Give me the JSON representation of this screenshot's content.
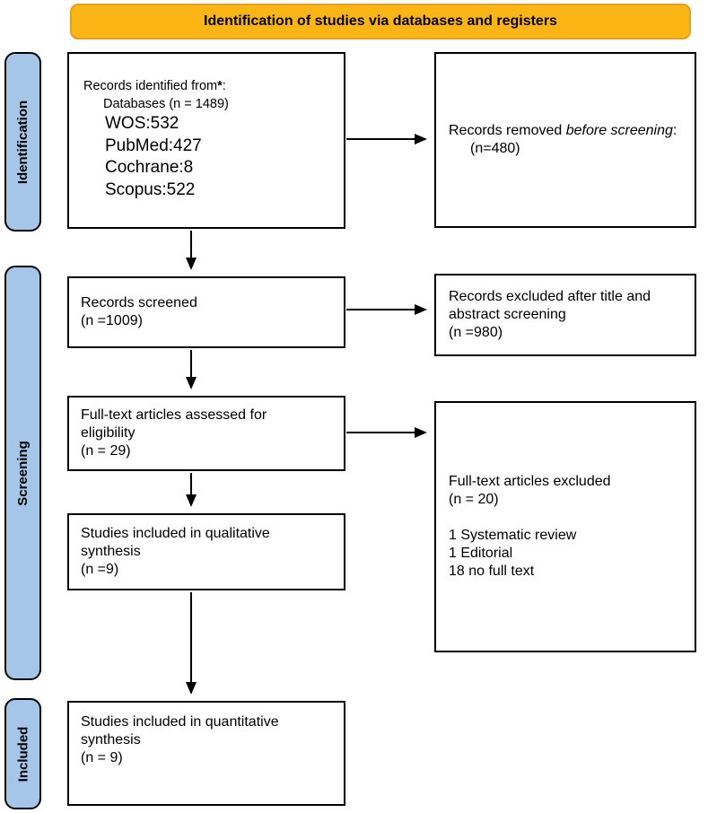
{
  "banner": {
    "title": "Identification of studies via databases and registers"
  },
  "sidebar": [
    {
      "label": "Identification"
    },
    {
      "label": "Screening"
    },
    {
      "label": "Included"
    }
  ],
  "boxes": {
    "records_identified": {
      "line1_prefix": "Records identified from",
      "line1_star": "*",
      "line1_suffix": ":",
      "databases_line": "Databases (n = 1489)",
      "sources": [
        "WOS:532",
        "PubMed:427",
        "Cochrane:8",
        "Scopus:522"
      ]
    },
    "records_removed": {
      "prefix": "Records removed ",
      "italic": "before screening",
      "suffix": ":",
      "count": "(n=480)"
    },
    "records_screened": {
      "line1": "Records screened",
      "count": "(n =1009)"
    },
    "records_excluded_title": {
      "line1": "Records excluded after title and",
      "line2": "abstract screening",
      "count": "(n =980)"
    },
    "fulltext_assessed": {
      "line1": "Full-text articles assessed for",
      "line2": "eligibility",
      "count": "(n = 29)"
    },
    "fulltext_excluded": {
      "line1": "Full-text articles excluded",
      "count": "(n = 20)",
      "reasons": [
        "1 Systematic review",
        "1 Editorial",
        "18 no full text"
      ]
    },
    "qualitative": {
      "line1": "Studies included in qualitative",
      "line2": "synthesis",
      "count": "(n =9)"
    },
    "quantitative": {
      "line1": "Studies included in quantitative",
      "line2": "synthesis",
      "count": "(n = 9)"
    }
  },
  "colors": {
    "banner_fill": "#FBB615",
    "banner_border": "#E2A023",
    "sidebar_fill": "#A5C6E8",
    "box_border": "#000000"
  }
}
